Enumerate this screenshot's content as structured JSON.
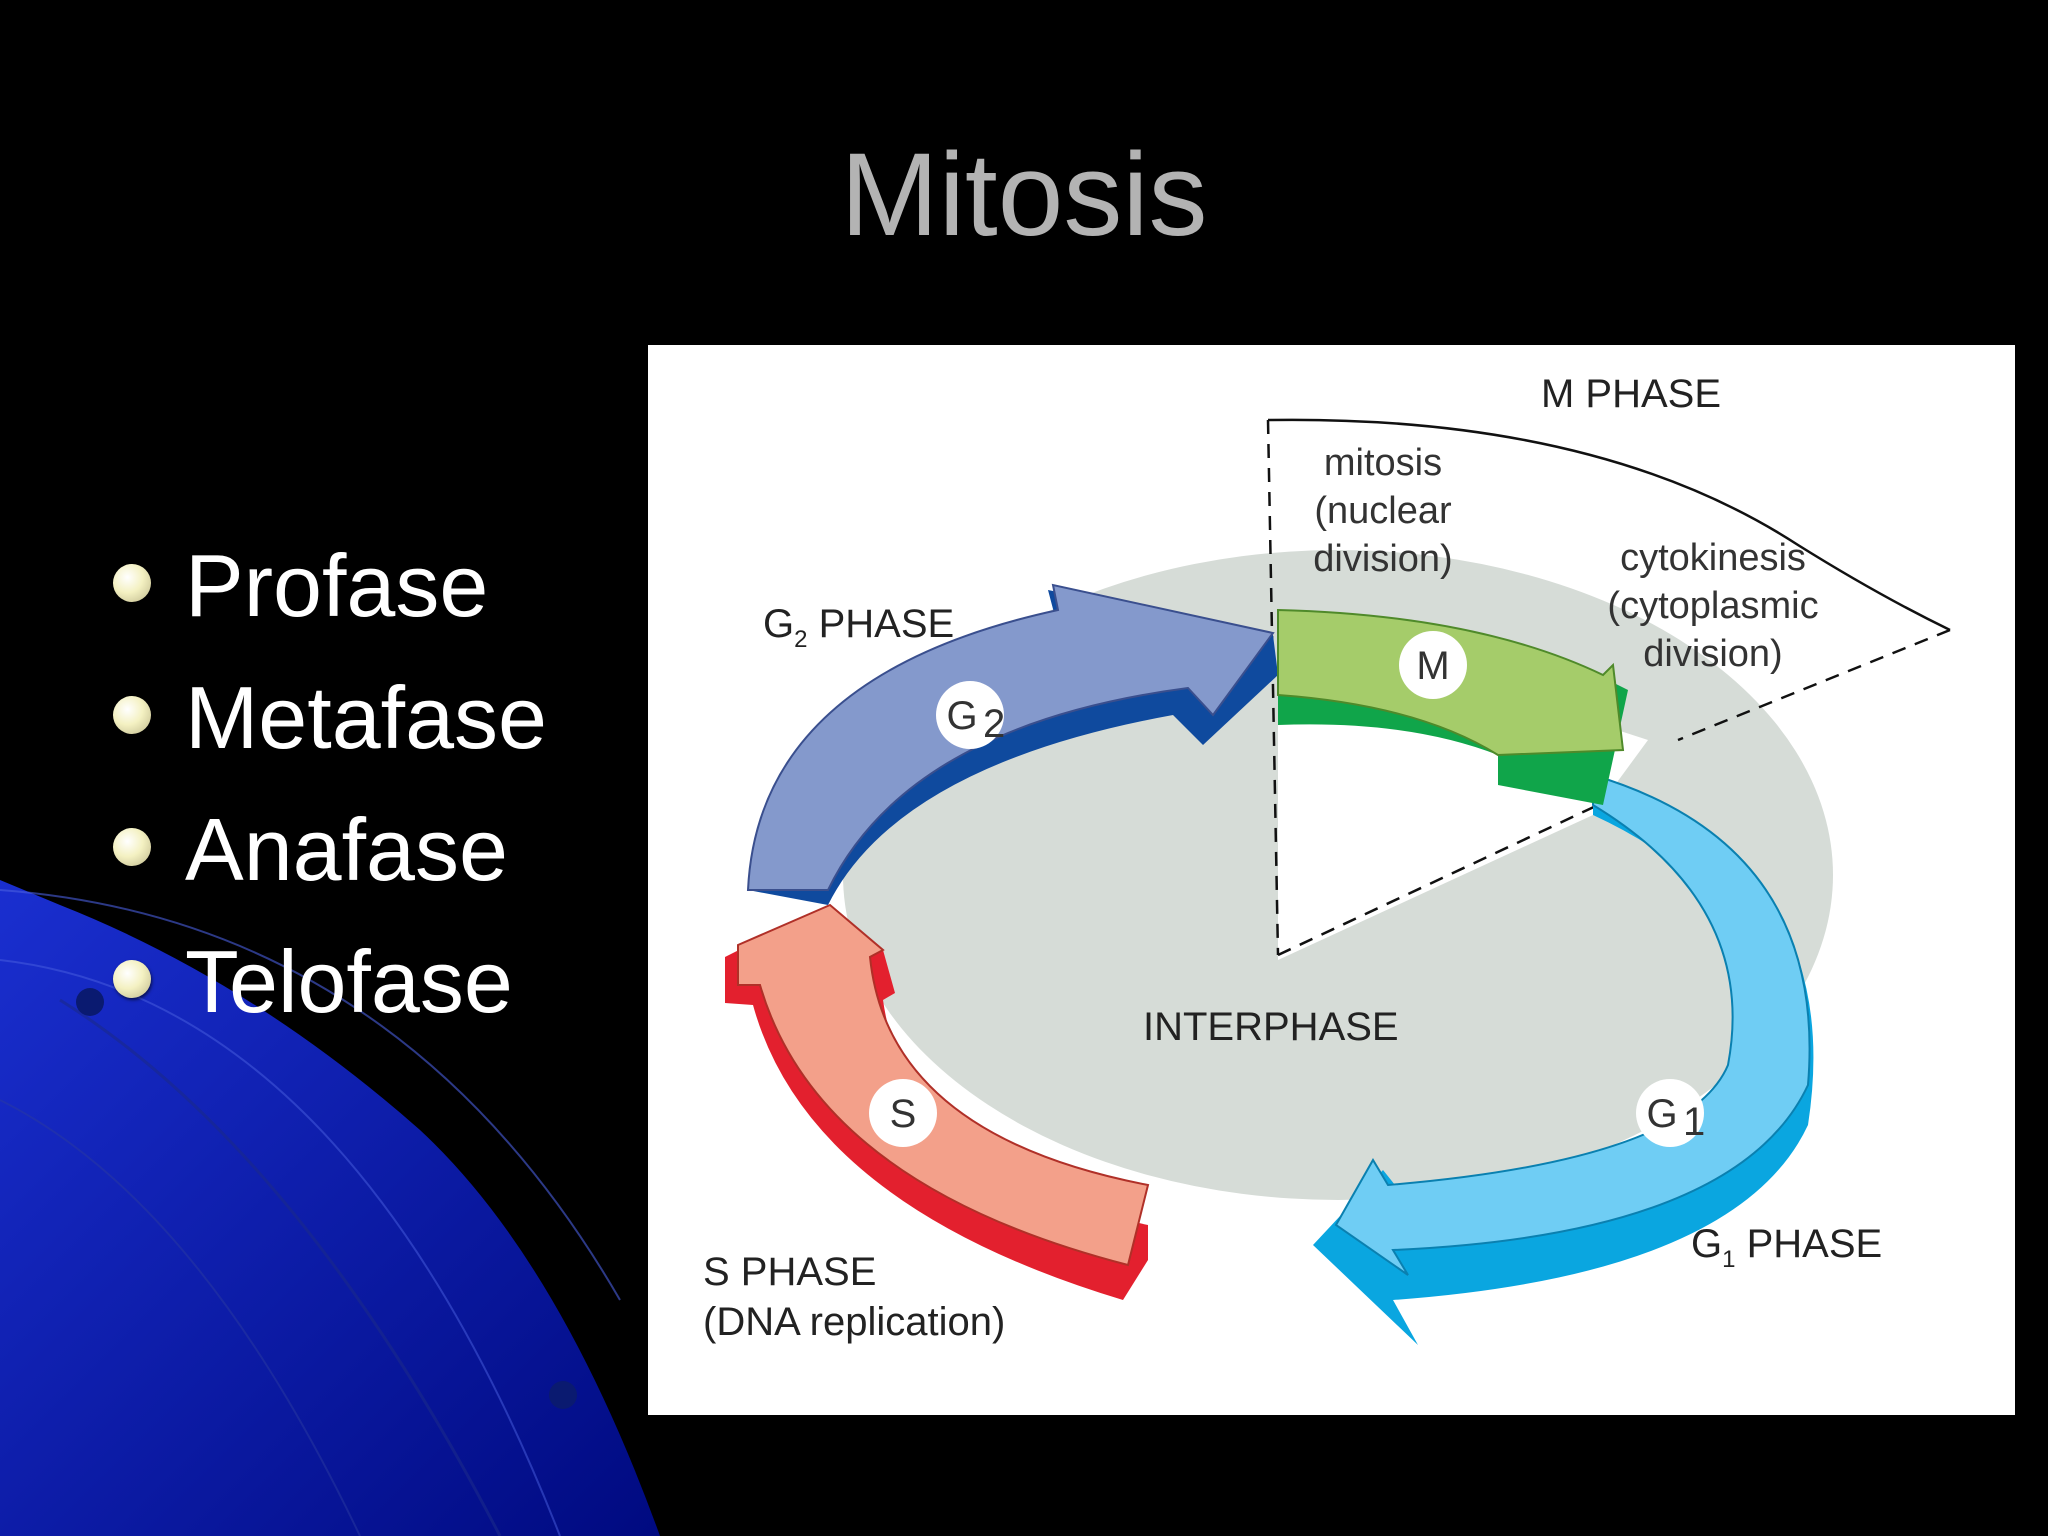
{
  "slide": {
    "title": "Mitosis",
    "bullets": [
      "Profase",
      "Metafase",
      "Anafase",
      "Telofase"
    ]
  },
  "diagram": {
    "interphase_label": "INTERPHASE",
    "m_phase": {
      "label": "M PHASE",
      "mitosis": [
        "mitosis",
        "(nuclear",
        "division)"
      ],
      "cytokinesis": [
        "cytokinesis",
        "(cytoplasmic",
        "division)"
      ],
      "circle": "M"
    },
    "g2_phase": {
      "label_main": "G",
      "label_sub": "2",
      "label_rest": " PHASE",
      "circle_main": "G",
      "circle_sub": "2"
    },
    "s_phase": {
      "label": "S PHASE",
      "sublabel": "(DNA replication)",
      "circle": "S"
    },
    "g1_phase": {
      "label_main": "G",
      "label_sub": "1",
      "label_rest": " PHASE",
      "circle_main": "G",
      "circle_sub": "1"
    },
    "colors": {
      "g1": "#6fcdf4",
      "g1_dark": "#0aa6e0",
      "m": "#a5cc6a",
      "m_dark": "#10a54a",
      "g2": "#8499cc",
      "g2_dark": "#0f4a9e",
      "s": "#f3a08a",
      "s_dark": "#e3202e",
      "interphase": "#d6dcd7"
    }
  }
}
